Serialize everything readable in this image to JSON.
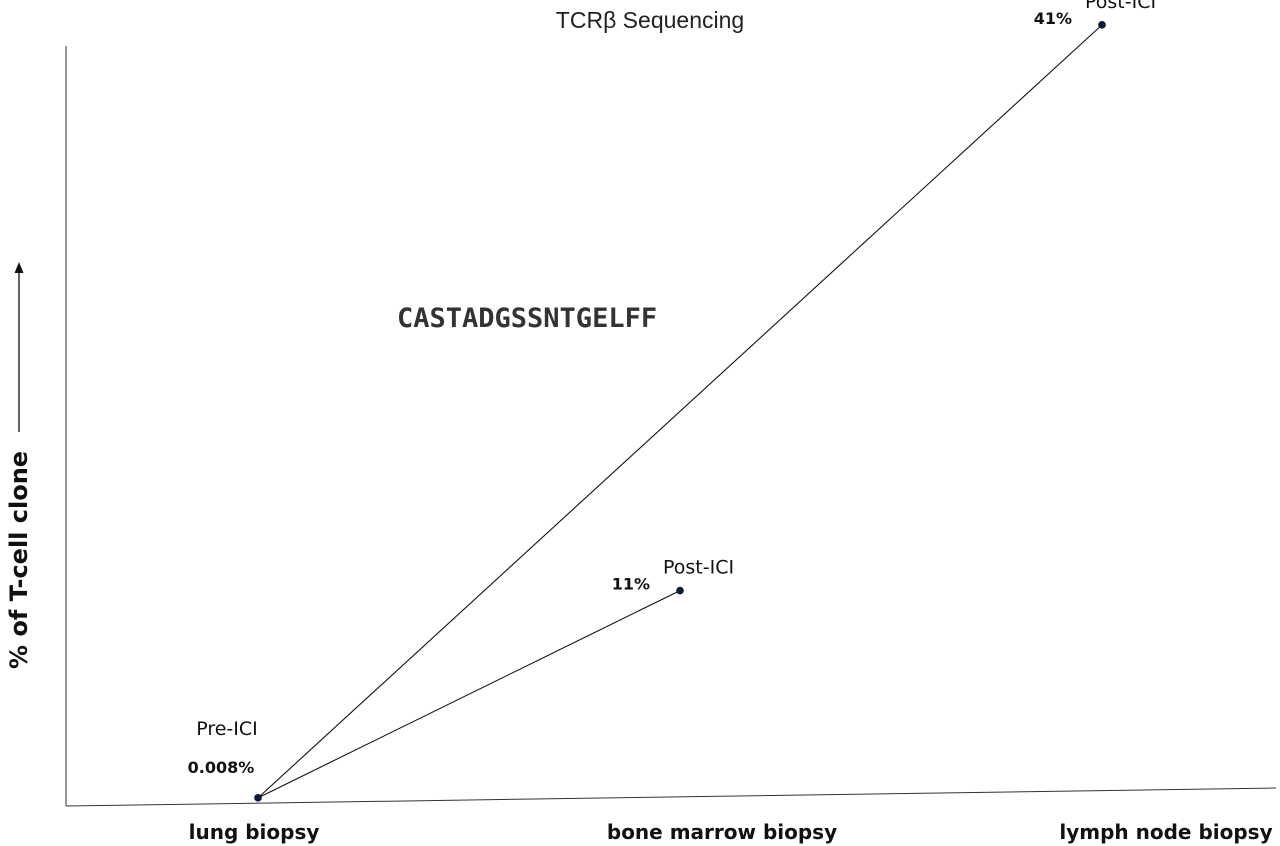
{
  "chart_data": {
    "type": "line",
    "title": "TCRβ Sequencing",
    "ylabel": "% of T-cell clone",
    "xlabel": "",
    "categories": [
      "lung biopsy",
      "bone marrow biopsy",
      "lymph node biopsy"
    ],
    "annotation": "CASTADGSSNTGELFF",
    "ylim": [
      0,
      42
    ],
    "points": [
      {
        "x": "lung biopsy",
        "y": 0.008,
        "label": "Pre-ICI",
        "value_label": "0.008%"
      },
      {
        "x": "bone marrow biopsy",
        "y": 11,
        "label": "Post-ICI",
        "value_label": "11%"
      },
      {
        "x": "lymph node biopsy",
        "y": 41,
        "label": "Post-ICI",
        "value_label": "41%"
      }
    ],
    "series": [
      {
        "from": "lung biopsy",
        "to": "bone marrow biopsy",
        "values": [
          0.008,
          11
        ]
      },
      {
        "from": "lung biopsy",
        "to": "lymph node biopsy",
        "values": [
          0.008,
          41
        ]
      }
    ],
    "colors": {
      "line": "#111111",
      "point": "#0b1a33",
      "axis": "#333333"
    },
    "grid": false,
    "legend": "none"
  }
}
